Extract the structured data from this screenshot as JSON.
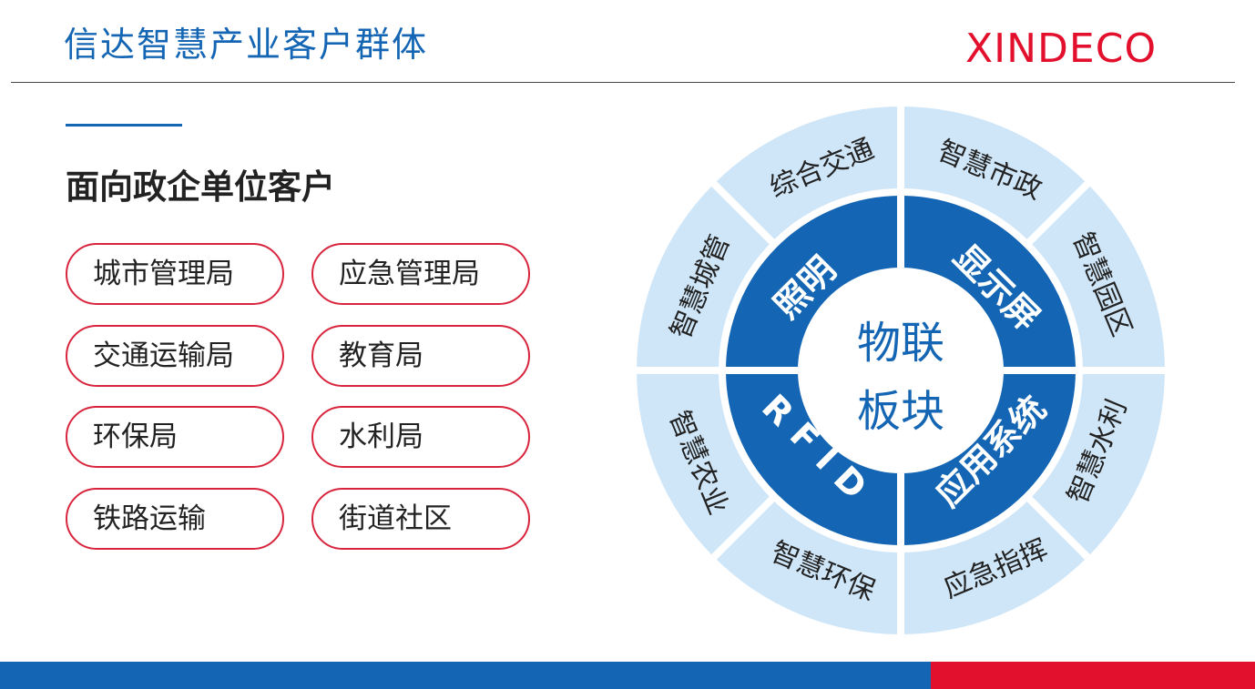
{
  "header": {
    "title": "信达智慧产业客户群体",
    "logo_text": "XINDECO"
  },
  "left": {
    "heading": "面向政企单位客户",
    "customers": [
      "城市管理局",
      "应急管理局",
      "交通运输局",
      "教育局",
      "环保局",
      "水利局",
      "铁路运输",
      "街道社区"
    ]
  },
  "wheel": {
    "center": [
      "物联",
      "板块"
    ],
    "inner": [
      "照明",
      "显示屏",
      "应用系统",
      "RFID"
    ],
    "outer": [
      "综合交通",
      "智慧市政",
      "智慧园区",
      "智慧水利",
      "应急指挥",
      "智慧环保",
      "智慧农业",
      "智慧城管"
    ]
  },
  "colors": {
    "brand_blue": "#1466b4",
    "brand_red": "#e2102d",
    "light_blue": "#cfe6f8",
    "pill_border": "#d8253d"
  }
}
